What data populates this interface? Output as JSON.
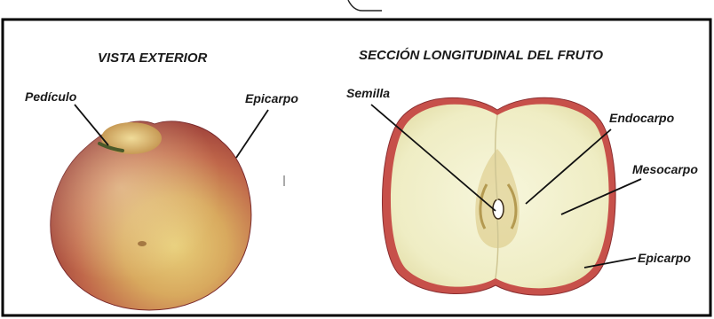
{
  "exterior_view": {
    "heading": "VISTA EXTERIOR",
    "labels": {
      "stem": "Pedículo",
      "skin": "Epicarpo"
    }
  },
  "longitudinal_section": {
    "heading": "SECCIÓN LONGITUDINAL DEL FRUTO",
    "labels": {
      "seed": "Semilla",
      "endocarp": "Endocarpo",
      "mesocarp": "Mesocarpo",
      "skin": "Epicarpo"
    }
  },
  "colors": {
    "frame": "#000000",
    "apple_red": "#b8413c",
    "apple_yellow": "#e6c46a",
    "flesh": "#f3f1cf"
  }
}
